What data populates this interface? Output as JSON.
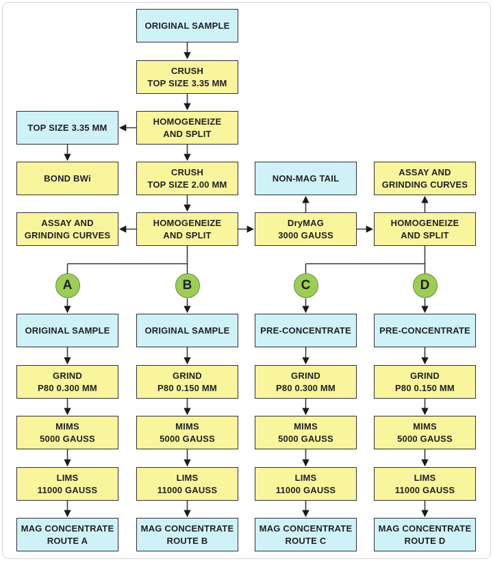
{
  "colors": {
    "process_fill": "#F8F59D",
    "sample_fill": "#CEF2F8",
    "marker_fill": "#9CCE55",
    "marker_border": "#628C3C",
    "box_border": "#2F2F2F",
    "text_color": "#1F1F1F",
    "connector": "#3A3A3A"
  },
  "nodes": {
    "original_sample": "ORIGINAL SAMPLE",
    "crush_top_335": "CRUSH\nTOP SIZE 3.35 MM",
    "homogeneize_split_1": "HOMOGENEIZE\nAND SPLIT",
    "top_size_335": "TOP SIZE 3.35 MM",
    "bond_bwi": "BOND BWi",
    "crush_top_200": "CRUSH\nTOP SIZE 2.00 MM",
    "non_mag_tail": "NON-MAG TAIL",
    "assay_grinding_right": "ASSAY AND\nGRINDING CURVES",
    "assay_grinding_left": "ASSAY AND\nGRINDING CURVES",
    "homogeneize_split_2": "HOMOGENEIZE\nAND SPLIT",
    "drymag": "DryMAG\n3000 GAUSS",
    "homogeneize_split_3": "HOMOGENEIZE\nAND SPLIT"
  },
  "routes": [
    {
      "marker": "A",
      "feed": "ORIGINAL SAMPLE",
      "grind": "GRIND\nP80 0.300 MM",
      "mims": "MIMS\n5000 GAUSS",
      "lims": "LIMS\n11000 GAUSS",
      "concentrate": "MAG CONCENTRATE\nROUTE A"
    },
    {
      "marker": "B",
      "feed": "ORIGINAL SAMPLE",
      "grind": "GRIND\nP80 0.150 MM",
      "mims": "MIMS\n5000 GAUSS",
      "lims": "LIMS\n11000 GAUSS",
      "concentrate": "MAG CONCENTRATE\nROUTE B"
    },
    {
      "marker": "C",
      "feed": "PRE-CONCENTRATE",
      "grind": "GRIND\nP80 0.300 MM",
      "mims": "MIMS\n5000 GAUSS",
      "lims": "LIMS\n11000 GAUSS",
      "concentrate": "MAG CONCENTRATE\nROUTE C"
    },
    {
      "marker": "D",
      "feed": "PRE-CONCENTRATE",
      "grind": "GRIND\nP80 0.150 MM",
      "mims": "MIMS\n5000 GAUSS",
      "lims": "LIMS\n11000 GAUSS",
      "concentrate": "MAG CONCENTRATE\nROUTE D"
    }
  ]
}
